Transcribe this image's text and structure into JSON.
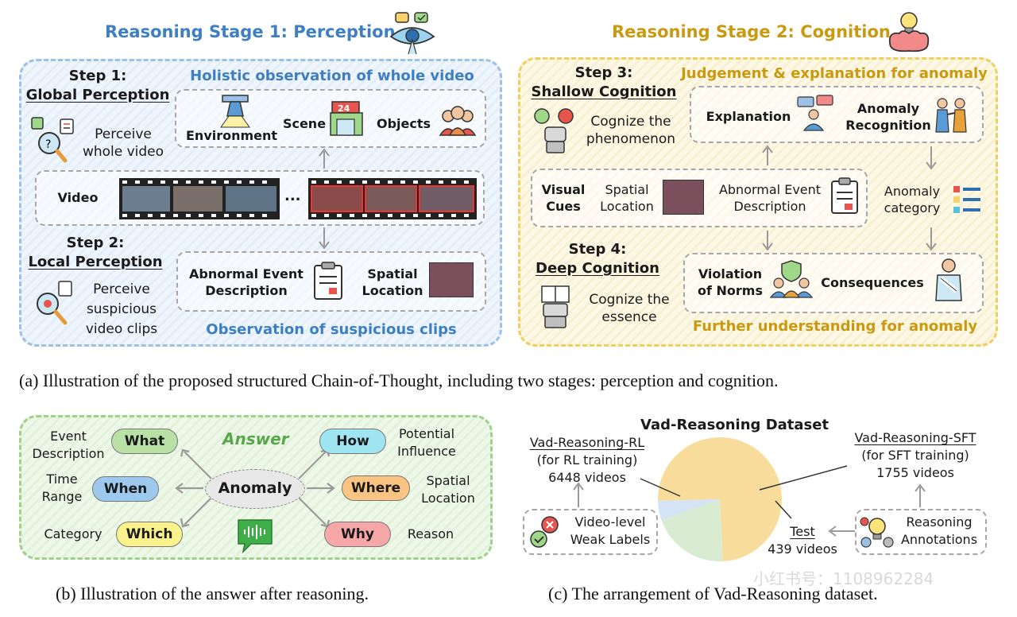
{
  "stage1": {
    "title": "Reasoning Stage 1: Perception",
    "step1": {
      "line1": "Step 1:",
      "line2": "Global Perception",
      "desc": [
        "Perceive",
        "whole video"
      ]
    },
    "holistic": "Holistic observation of whole video",
    "environment": "Environment",
    "scene": "Scene",
    "objects": "Objects",
    "video_label": "Video",
    "ellipsis": "...",
    "scene_sign": "24",
    "step2": {
      "line1": "Step 2:",
      "line2": "Local Perception",
      "desc": [
        "Perceive",
        "suspicious",
        "video clips"
      ]
    },
    "abnormal_desc": [
      "Abnormal Event",
      "Description"
    ],
    "spatial_loc": [
      "Spatial",
      "Location"
    ],
    "suspicious": "Observation of suspicious clips"
  },
  "stage2": {
    "title": "Reasoning Stage 2: Cognition",
    "step3": {
      "line1": "Step 3:",
      "line2": "Shallow Cognition",
      "desc": [
        "Cognize the",
        "phenomenon"
      ]
    },
    "judgement": "Judgement & explanation for anomaly",
    "explanation": "Explanation",
    "anomaly_recog": [
      "Anomaly",
      "Recognition"
    ],
    "visual_cues": [
      "Visual",
      "Cues"
    ],
    "spatial_loc": [
      "Spatial",
      "Location"
    ],
    "abnormal_desc": [
      "Abnormal Event",
      "Description"
    ],
    "anomaly_cat": [
      "Anomaly",
      "category"
    ],
    "step4": {
      "line1": "Step 4:",
      "line2": "Deep Cognition",
      "desc": [
        "Cognize the",
        "essence"
      ]
    },
    "violation": [
      "Violation",
      "of Norms"
    ],
    "consequences": "Consequences",
    "further": "Further understanding for anomaly"
  },
  "caption_a": "(a) Illustration of the proposed structured Chain-of-Thought, including two stages: perception and cognition.",
  "answer": {
    "title": "Answer",
    "center": "Anomaly",
    "what": {
      "pill": "What",
      "label": [
        "Event",
        "Description"
      ],
      "color": "#b9e0a5"
    },
    "when": {
      "pill": "When",
      "label": [
        "Time",
        "Range"
      ],
      "color": "#9ec9ef"
    },
    "which": {
      "pill": "Which",
      "label": [
        "Category"
      ],
      "color": "#fbf28c"
    },
    "how": {
      "pill": "How",
      "label": [
        "Potential",
        "Influence"
      ],
      "color": "#9fe6f2"
    },
    "where": {
      "pill": "Where",
      "label": [
        "Spatial",
        "Location"
      ],
      "color": "#fcc483"
    },
    "why": {
      "pill": "Why",
      "label": [
        "Reason"
      ],
      "color": "#f7a7a7"
    }
  },
  "caption_b": "(b) Illustration of the answer after reasoning.",
  "dataset": {
    "title": "Vad-Reasoning Dataset",
    "rl": {
      "name": "Vad-Reasoning-RL",
      "sub": "(for RL training)",
      "count": "6448 videos"
    },
    "sft": {
      "name": "Vad-Reasoning-SFT",
      "sub": "(for SFT training)",
      "count": "1755 videos"
    },
    "test": {
      "name": "Test",
      "count": "439 videos"
    },
    "weak": [
      "Video-level",
      "Weak Labels"
    ],
    "reason_ann": [
      "Reasoning",
      "Annotations"
    ],
    "watermark": "小红书号：1108962284",
    "pie": {
      "type": "pie",
      "slices": [
        {
          "value": 6448,
          "color": "#f8dc9b"
        },
        {
          "value": 1755,
          "color": "#d9ecd2"
        },
        {
          "value": 439,
          "color": "#d4e4f5"
        }
      ]
    }
  },
  "caption_c": "(c) The arrangement of Vad-Reasoning dataset."
}
